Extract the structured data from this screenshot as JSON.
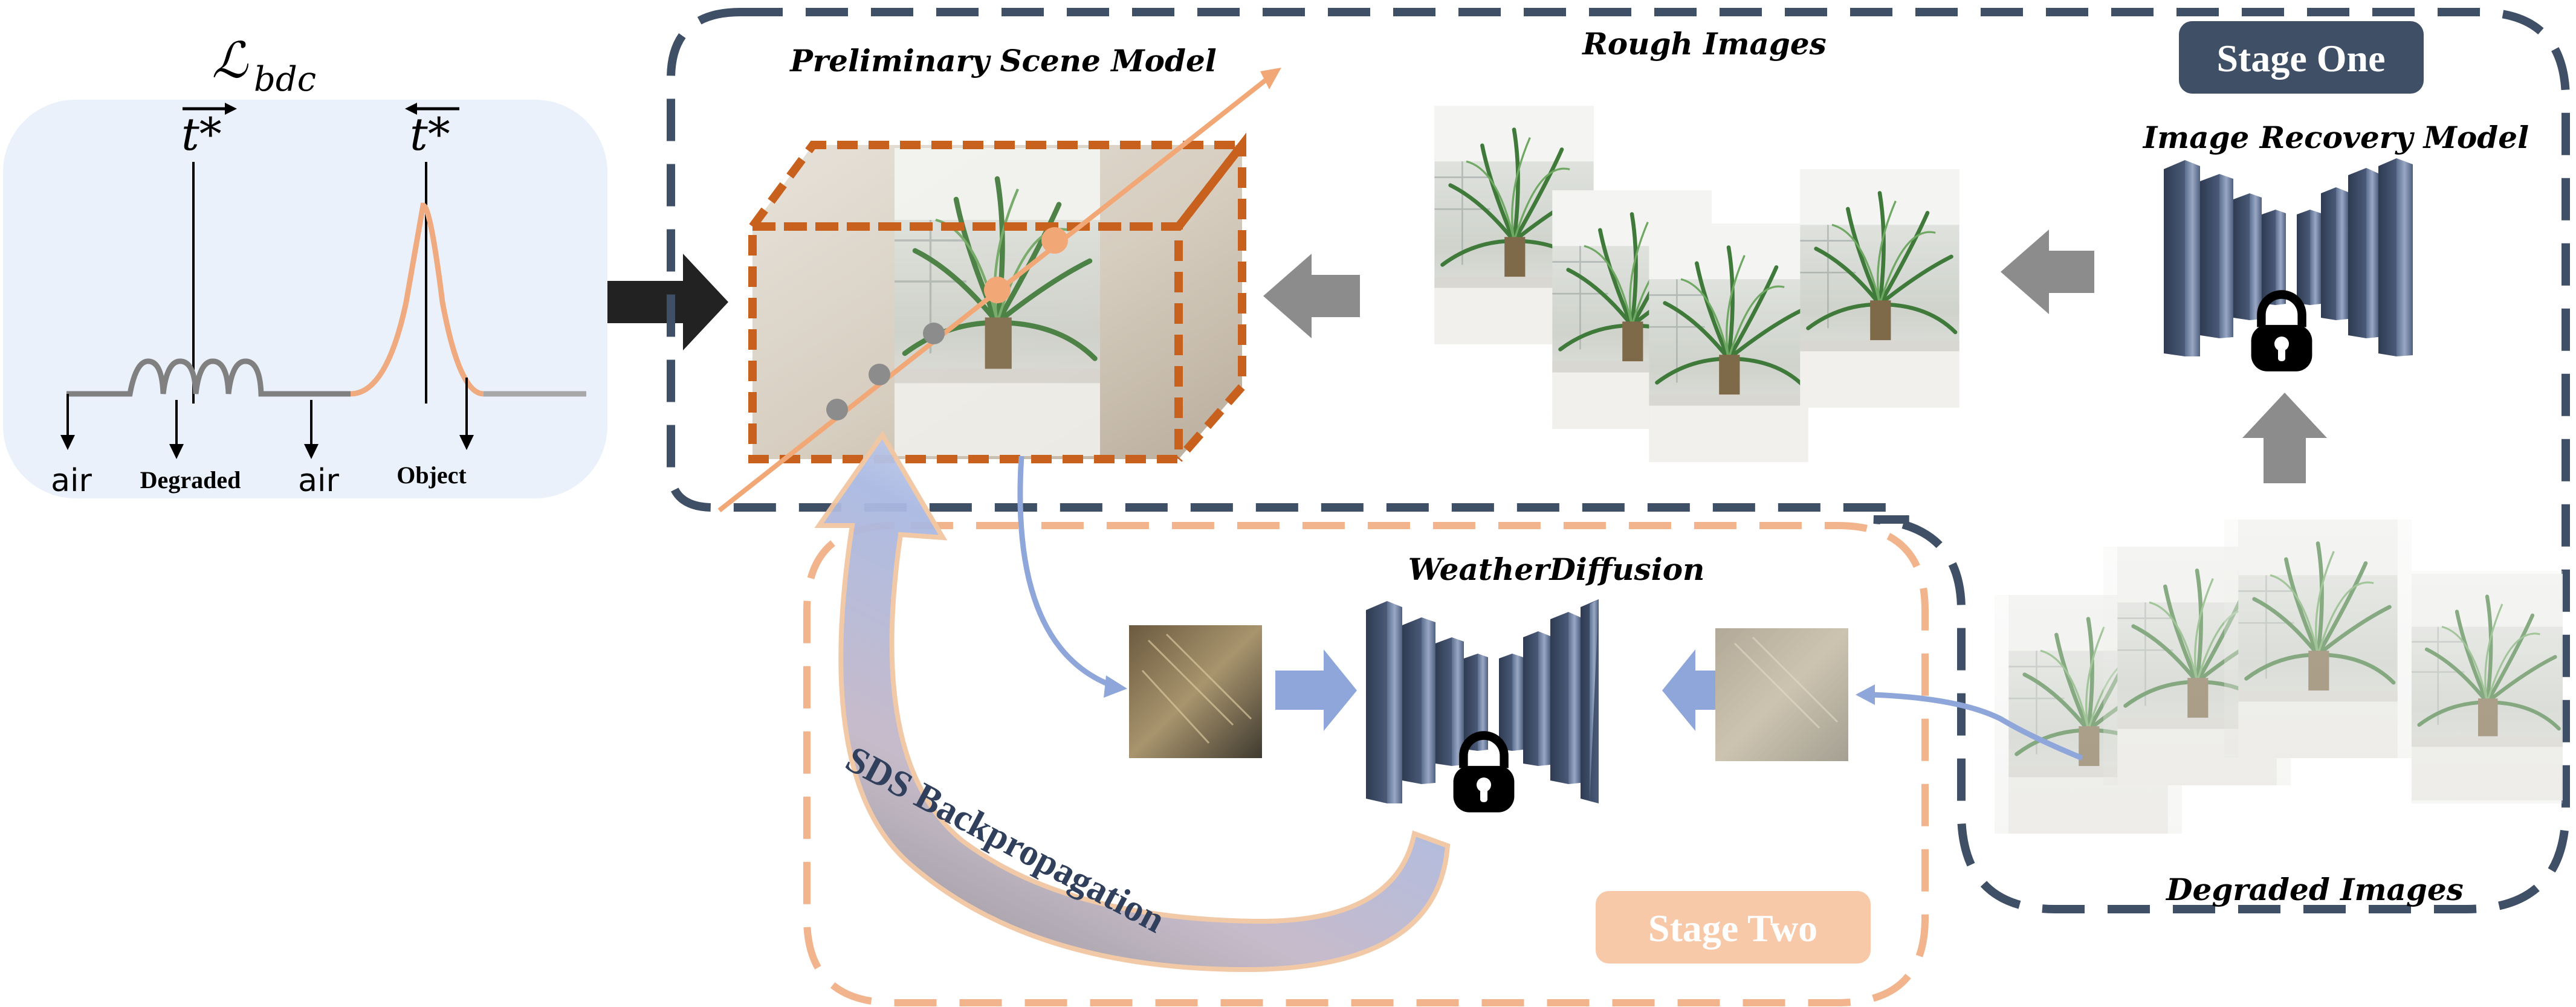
{
  "loss_panel": {
    "loss_symbol": "ℒ",
    "loss_subscript": "bdc",
    "ray_forward": "t*",
    "ray_backward": "t*",
    "label_air_left": "air",
    "label_degraded": "Degraded",
    "label_air_right": "air",
    "label_object": "Object"
  },
  "stage_one": {
    "badge": "Stage One",
    "preliminary_scene_model": "Preliminary Scene Model",
    "rough_images": "Rough Images",
    "image_recovery_model": "Image Recovery Model",
    "degraded_images": "Degraded Images"
  },
  "stage_two": {
    "badge": "Stage Two",
    "weather_diffusion": "WeatherDiffusion",
    "sds_backprop": "SDS Backpropagation"
  },
  "colors": {
    "navy": "#3f4f66",
    "orange": "#c8601e",
    "peach": "#f2b48c",
    "blue_arrow": "#8ea6d9",
    "gray_arrow": "#8c8c8c",
    "panel_bg": "#eaf1fb",
    "badge_two_bg": "#f7c9a8"
  },
  "icons": {
    "lock": "lock-icon",
    "network": "encoder-decoder-network-icon"
  }
}
